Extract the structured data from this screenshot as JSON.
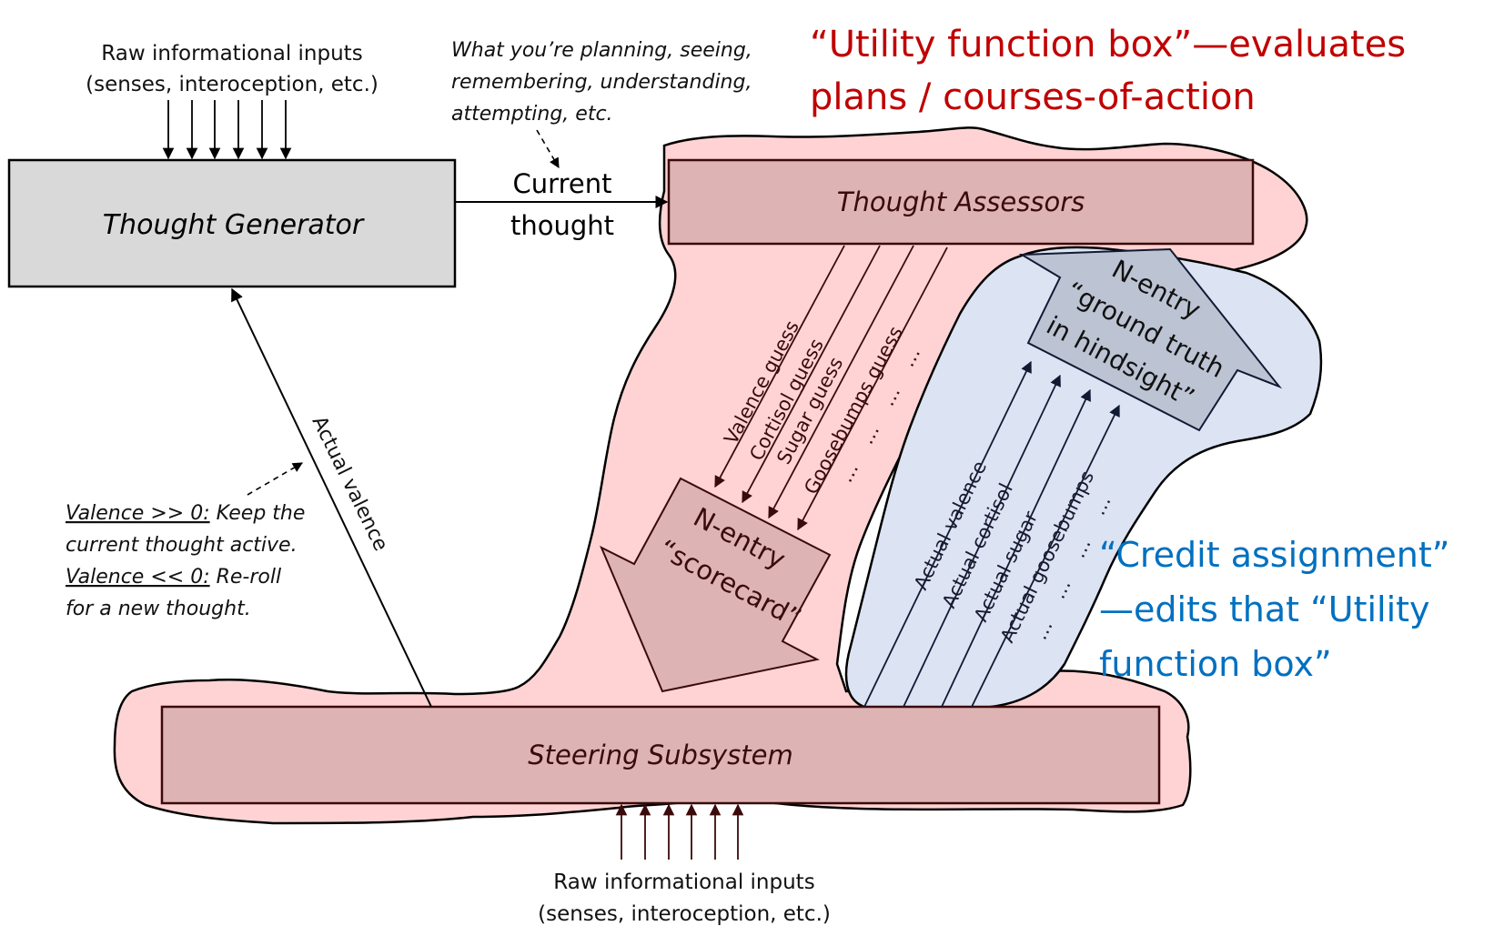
{
  "colors": {
    "utility_blob_fill": "#ffd3d3",
    "credit_blob_fill": "#dce3f3",
    "assessor_box_fill": "#ddb3b3",
    "assessor_box_stroke": "#3b0a0a",
    "generator_box_fill": "#d9d9d9",
    "ground_truth_arrow_fill": "#bcc3d3",
    "utility_annotation": "#c00000",
    "credit_annotation": "#0070c0"
  },
  "top_inputs": {
    "line1": "Raw informational inputs",
    "line2": "(senses, interoception, etc.)"
  },
  "bottom_inputs": {
    "line1": "Raw informational inputs",
    "line2": "(senses, interoception, etc.)"
  },
  "thought_generator": {
    "label": "Thought Generator"
  },
  "thought_assessors": {
    "label": "Thought Assessors"
  },
  "steering_subsystem": {
    "label": "Steering Subsystem"
  },
  "current_thought": {
    "line1": "Current",
    "line2": "thought"
  },
  "current_thought_note": {
    "line1": "What you’re planning, seeing,",
    "line2": "remembering, understanding,",
    "line3": "attempting, etc."
  },
  "utility_annotation": {
    "line1": "“Utility function box”—evaluates",
    "line2": "plans / courses-of-action"
  },
  "credit_annotation": {
    "line1": "“Credit assignment”",
    "line2": "—edits that “Utility",
    "line3": "function box”"
  },
  "guesses": [
    "Valence guess",
    "Cortisol guess",
    "Sugar guess",
    "Goosebumps guess",
    "…"
  ],
  "actuals": [
    "Actual valence",
    "Actual cortisol",
    "Actual sugar",
    "Actual goosebumps",
    "…"
  ],
  "scorecard": {
    "line1": "N-entry",
    "line2": "“scorecard”"
  },
  "ground_truth": {
    "line1": "N-entry",
    "line2": "“ground truth",
    "line3": "in hindsight”"
  },
  "actual_valence_arrow": {
    "label": "Actual valence"
  },
  "valence_note": {
    "pos_cond": "Valence >> 0:",
    "pos_text": " Keep the",
    "pos_line2": "current thought active.",
    "neg_cond": "Valence << 0:",
    "neg_text": " Re-roll",
    "neg_line2": "for a new thought."
  }
}
